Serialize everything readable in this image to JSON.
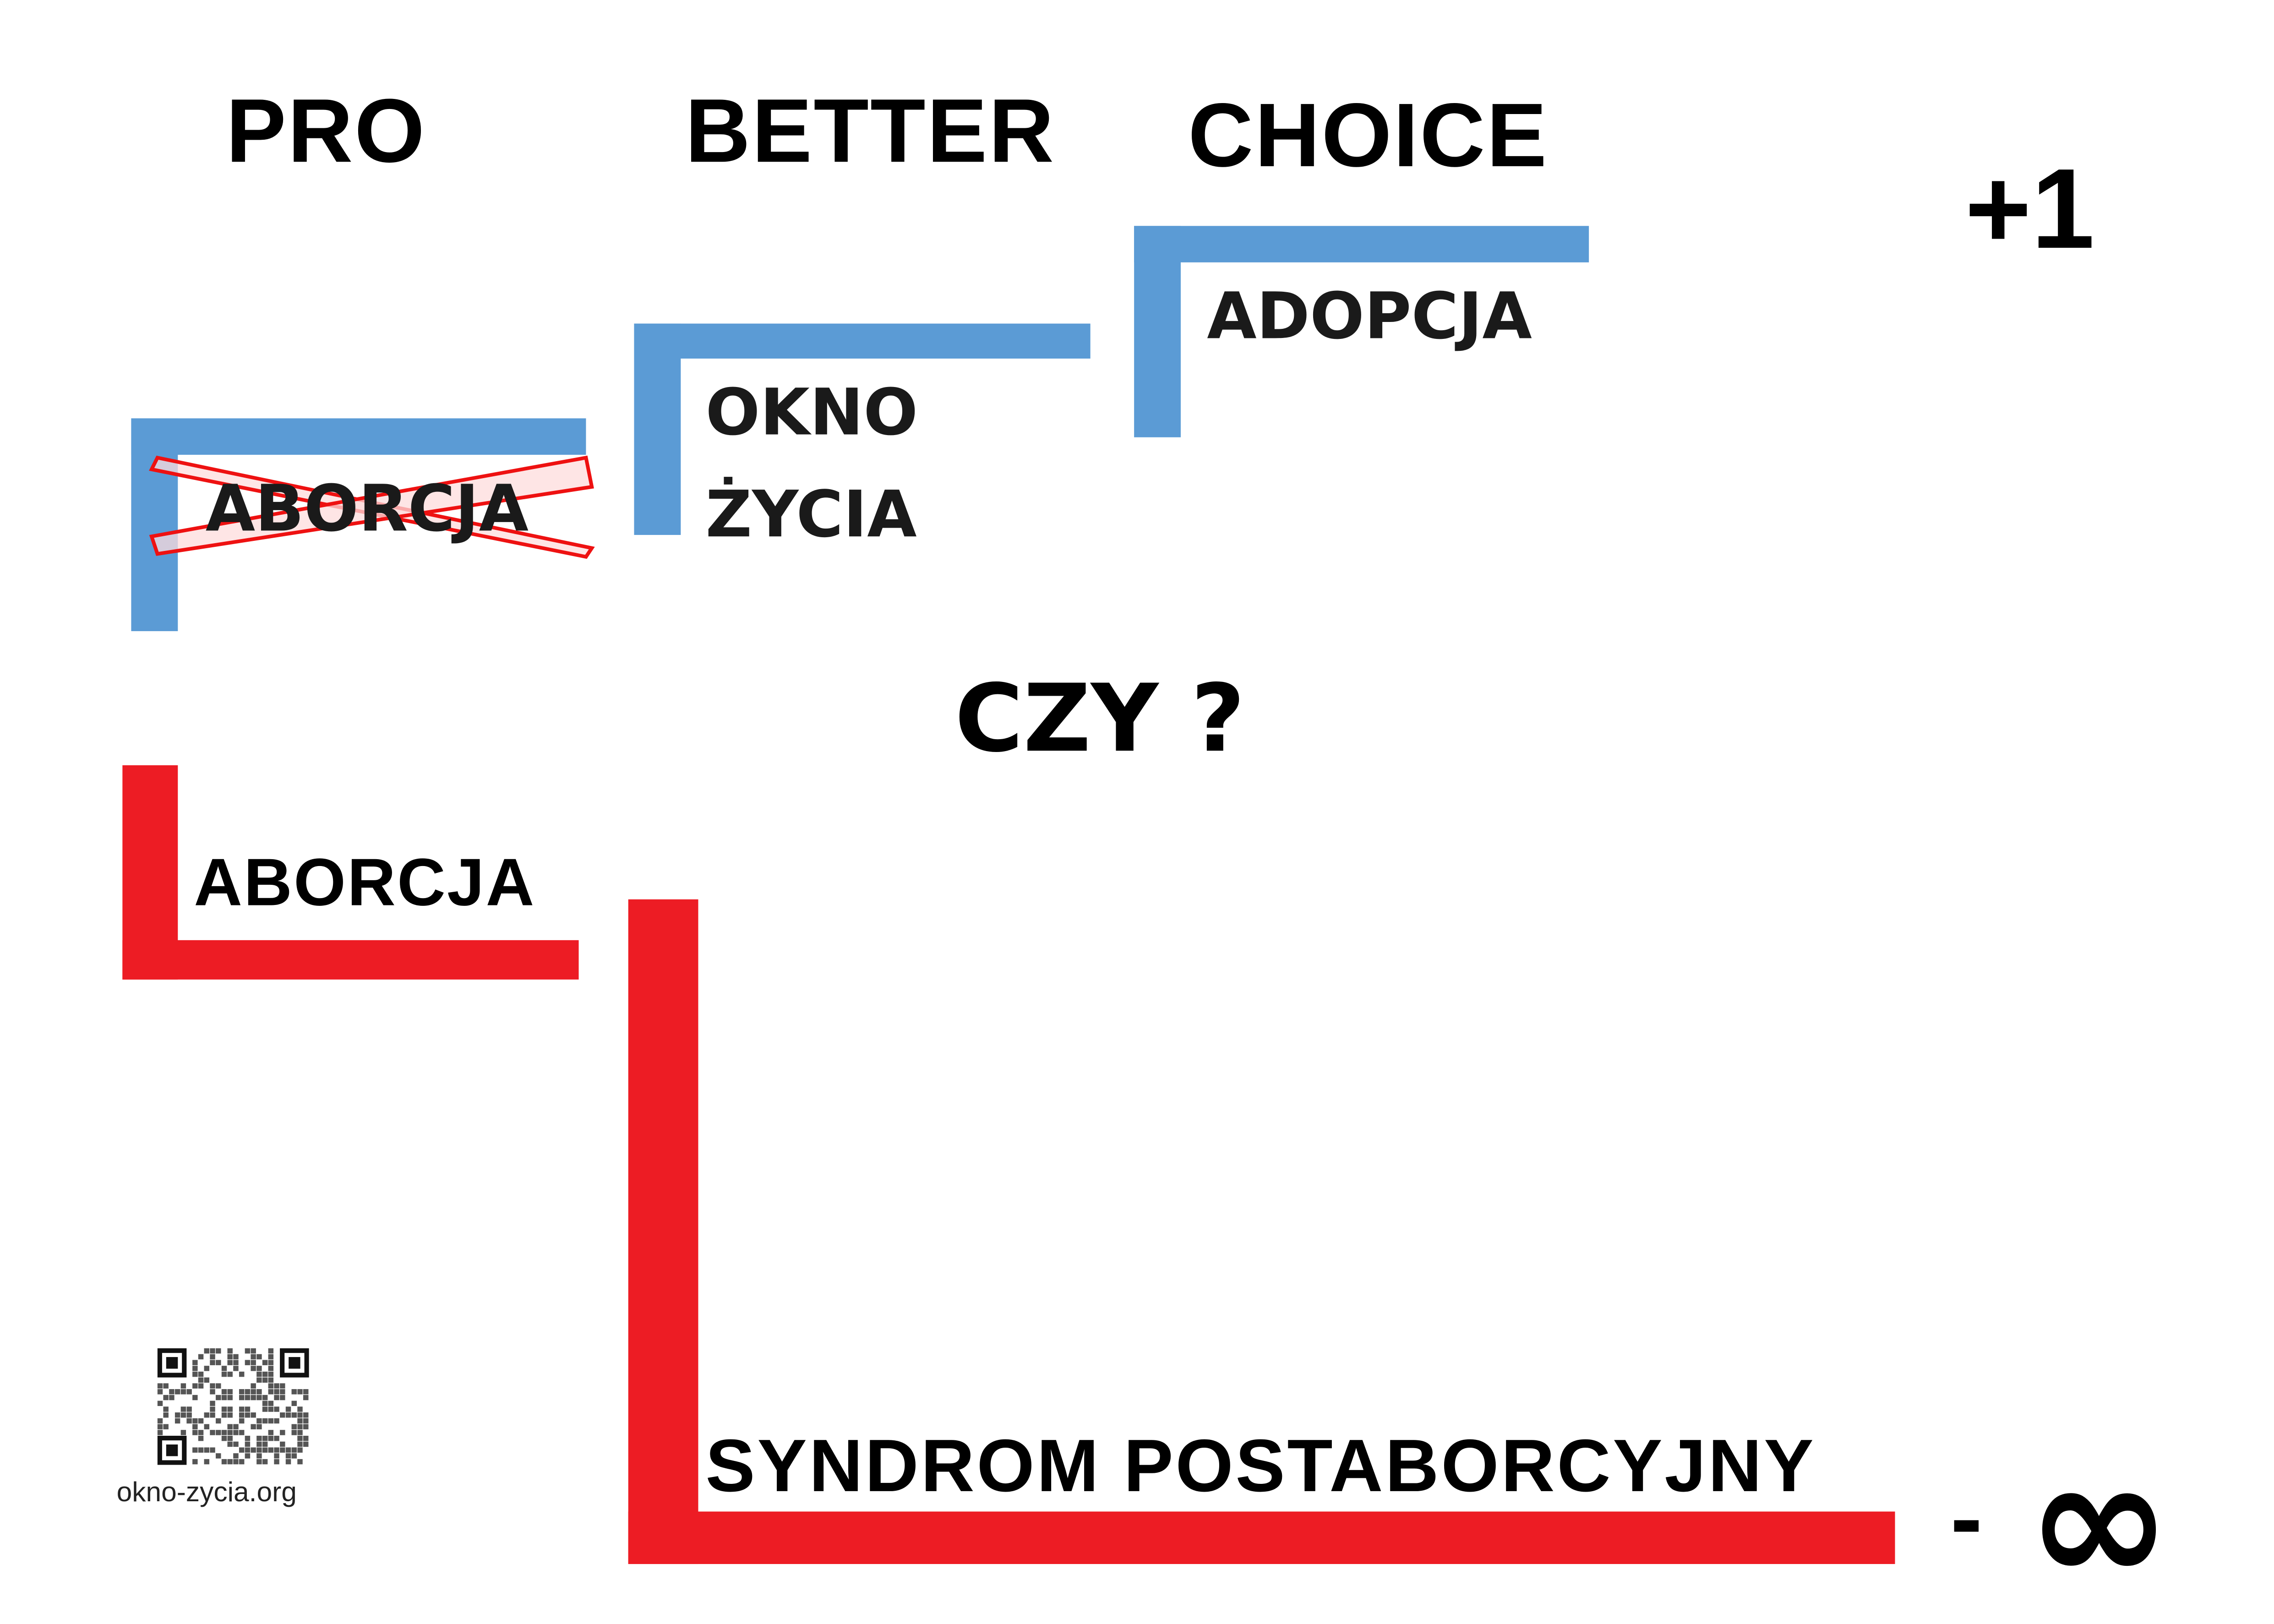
{
  "headers": {
    "pro": "PRO",
    "better": "BETTER",
    "choice": "CHOICE"
  },
  "scale": {
    "top": "+1",
    "bottom_sign": "-",
    "bottom_symbol": "∞"
  },
  "blue_steps": [
    {
      "label": "ABORCJA",
      "crossed_out": true
    },
    {
      "label_line1": "OKNO",
      "label_line2": "ŻYCIA"
    },
    {
      "label": "ADOPCJA"
    }
  ],
  "question": "CZY ?",
  "red_steps": [
    {
      "label": "ABORCJA"
    },
    {
      "label": "SYNDROM POSTABORCYJNY"
    }
  ],
  "footer": {
    "url": "okno-zycia.org"
  },
  "colors": {
    "blue": "#5b9bd5",
    "red": "#ed1c24",
    "cross_fill": "#fddcdc"
  }
}
